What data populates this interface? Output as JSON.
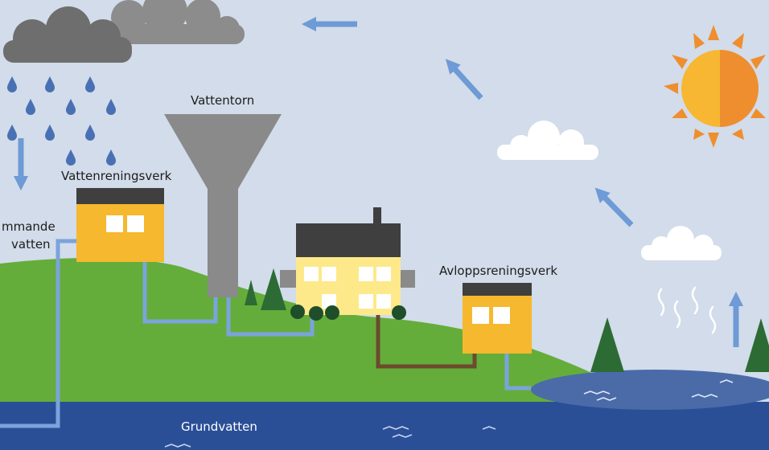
{
  "labels": {
    "water_tower": "Vattentorn",
    "water_treatment_plant": "Vattenreningsverk",
    "incoming_water_line1": "mmande",
    "incoming_water_line2": "vatten",
    "wastewater_treatment_plant": "Avloppsreningsverk",
    "groundwater": "Grundvatten"
  },
  "colors": {
    "sky": "#d2dcea",
    "cloud_dark": "#6e6e6e",
    "cloud_grey": "#8c8c8c",
    "cloud_white": "#ffffff",
    "rain": "#4a70b4",
    "arrow": "#6e9ad6",
    "sun_yellow": "#f7b733",
    "sun_orange": "#ef8e2e",
    "hill": "#64ad3a",
    "groundwater": "#2a4f97",
    "lake": "#4a6ba8",
    "building_yellow": "#f5b82e",
    "house_yellow": "#fde98a",
    "roof": "#3f3f3f",
    "tower": "#8a8a8a",
    "pipe_clean": "#7ba3dc",
    "pipe_waste": "#6b4a2e",
    "tree": "#2d6b34"
  }
}
